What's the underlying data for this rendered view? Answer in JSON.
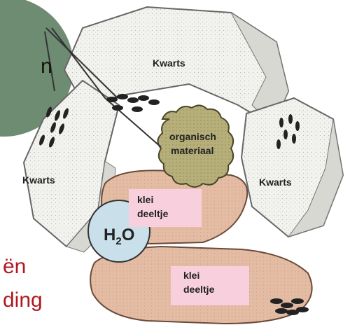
{
  "labels": {
    "quartz_top": "Kwarts",
    "quartz_left": "Kwarts",
    "quartz_right": "Kwarts",
    "organic_line1": "organisch",
    "organic_line2": "materiaal",
    "clay_upper_line1": "klei",
    "clay_upper_line2": "deeltje",
    "clay_lower_line1": "klei",
    "clay_lower_line2": "deeltje",
    "water_h": "H",
    "water_sub": "2",
    "water_o": "O"
  },
  "side_text": {
    "circle_fragment": "n",
    "line1_fragment": "ën",
    "line2_fragment": "ding"
  },
  "colors": {
    "green_circle": "#6e8c72",
    "quartz": "#f1f1ee",
    "clay": "#e2b8a0",
    "clay_label_bg": "#f8cfdc",
    "organic": "#b4ad78",
    "water": "#c9e0ea",
    "side_text": "#b0181e"
  }
}
